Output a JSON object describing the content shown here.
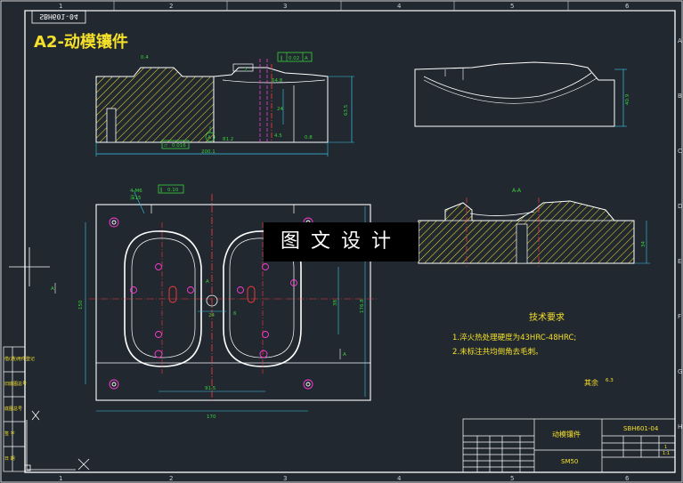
{
  "sheet": {
    "drawing_no_corner": "SBH601-04",
    "title": "A2-动模镶件",
    "zone_numbers_top": [
      "1",
      "2",
      "3",
      "4",
      "5",
      "6"
    ],
    "zone_numbers_bottom": [
      "1",
      "2",
      "3",
      "4",
      "5",
      "6"
    ],
    "zone_letters": [
      "A",
      "B",
      "C",
      "D",
      "E",
      "F",
      "G",
      "H"
    ]
  },
  "stamp": {
    "text": "图文设计"
  },
  "views": {
    "section_label": "A-A",
    "section_marker": "A",
    "datum": "A",
    "front": {
      "tolerance_top": "0.02",
      "tolerance_bottom": "0.016",
      "roughness_1": "0.4",
      "roughness_2": "0.8",
      "dims": [
        "64.8",
        "24",
        "63.5",
        "4.5",
        "81.2",
        "200.1",
        "2"
      ]
    },
    "right": {
      "dims": [
        "40.9"
      ]
    },
    "plan": {
      "hole_note": "4-M6",
      "hole_note_2": "深15",
      "parallelism": "0.10",
      "dims": [
        "150",
        "170",
        "38",
        "24",
        "91.5",
        "170",
        "176.8",
        "6"
      ]
    },
    "section": {
      "dims": [
        "34"
      ]
    }
  },
  "notes": {
    "heading": "技术要求",
    "items": [
      "1.淬火热处理硬度为43HRC-48HRC;",
      "2.未标注共均倒角去毛刺。"
    ],
    "remaining_label": "其余",
    "remaining_value": "6.3"
  },
  "title_block": {
    "part_name": "动模镶件",
    "drawing_no": "SBH601-04",
    "material": "SM50",
    "scale": "1:1",
    "sheet": "1"
  },
  "left_strip": [
    "借(通)用件登记",
    "旧底图总号",
    "底图总号",
    "签 字",
    "日 期"
  ],
  "colors": {
    "background": "#212830",
    "outline": "#ffffff",
    "yellow": "#f5e02a",
    "red": "#ff3b3b",
    "green": "#3ad13a",
    "cyan": "#39c6e8",
    "magenta": "#ff3bd2"
  }
}
